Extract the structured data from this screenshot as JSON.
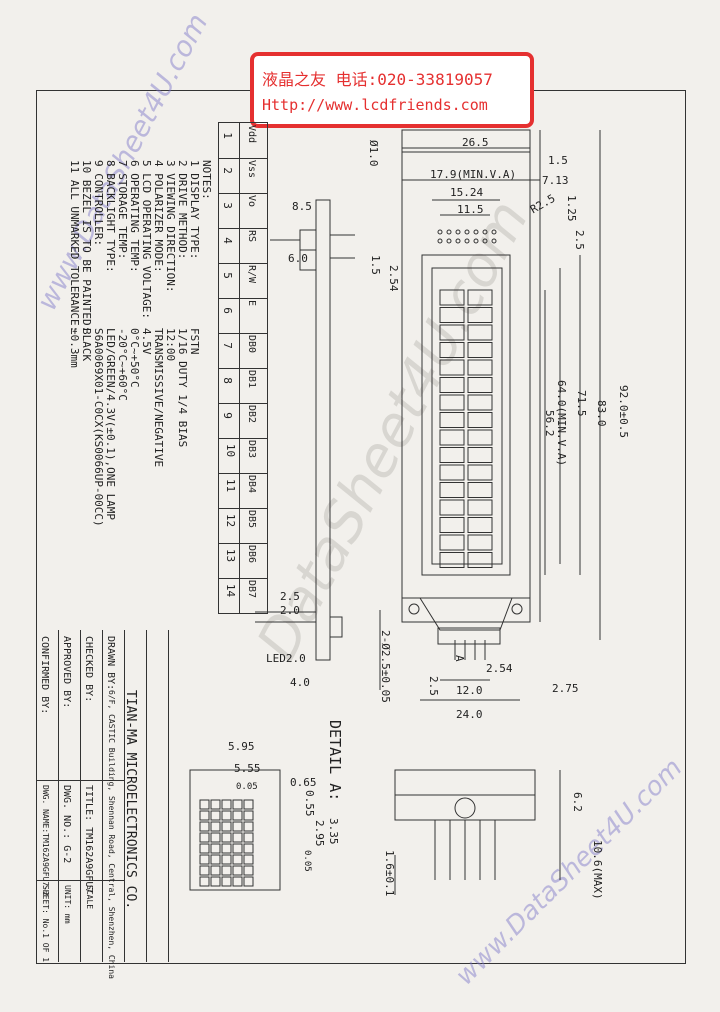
{
  "banner": {
    "line1": "液晶之友 电话:020-33819057",
    "line2": "Http://www.lcdfriends.com"
  },
  "watermarks": {
    "site": "www.DataSheet4U.com",
    "center": "DataSheet4U.com"
  },
  "notes": {
    "title": "NOTES:",
    "items": [
      {
        "label": "1 DISPLAY TYPE:",
        "value": "FSTN"
      },
      {
        "label": "2 DRIVE METHOD:",
        "value": "1/16 DUTY 1/4 BIAS"
      },
      {
        "label": "3 VIEWING DIRECTION:",
        "value": "12:00"
      },
      {
        "label": "4 POLARIZER MODE:",
        "value": "TRANSMISSIVE/NEGATIVE"
      },
      {
        "label": "5 LCD OPERATING VOLTAGE:",
        "value": "4.5V"
      },
      {
        "label": "6 OPERATING TEMP:",
        "value": "0°C~+50°C"
      },
      {
        "label": "7 STORAGE TEMP:",
        "value": "-20°C~+60°C"
      },
      {
        "label": "8 BACKLIGHT TYPE:",
        "value": "LED/GREEN/4.3V(±0.1),ONE LAMP"
      },
      {
        "label": "9 CONTROLLER:",
        "value": "S6A0069X01-C0CX(KS0066UP-00CC)"
      },
      {
        "label": "10 BEZEL IS TO BE PAINTED:",
        "value": "BLACK"
      },
      {
        "label": "11 ALL UNMARKED TOLERANCE:",
        "value": "±0.3mm"
      }
    ]
  },
  "pins": [
    {
      "num": "1",
      "sig": "Vdd"
    },
    {
      "num": "2",
      "sig": "Vss"
    },
    {
      "num": "3",
      "sig": "Vo"
    },
    {
      "num": "4",
      "sig": "RS"
    },
    {
      "num": "5",
      "sig": "R/W"
    },
    {
      "num": "6",
      "sig": "E"
    },
    {
      "num": "7",
      "sig": "DB0"
    },
    {
      "num": "8",
      "sig": "DB1"
    },
    {
      "num": "9",
      "sig": "DB2"
    },
    {
      "num": "10",
      "sig": "DB3"
    },
    {
      "num": "11",
      "sig": "DB4"
    },
    {
      "num": "12",
      "sig": "DB5"
    },
    {
      "num": "13",
      "sig": "DB6"
    },
    {
      "num": "14",
      "sig": "DB7"
    }
  ],
  "dims": {
    "d26_5": "26.5",
    "d1_5a": "1.5",
    "d17_9": "17.9(MIN.V.A)",
    "d7_13": "7.13",
    "d15_24": "15.24",
    "d11_5": "11.5",
    "d1_25": "1.25",
    "d2_5a": "2.5",
    "d1_5b": "1.5",
    "d2_54a": "2.54",
    "d8_5": "8.5",
    "d6_0": "6.0",
    "d64": "64.0(MIN.V.A)",
    "d71_5": "71.5",
    "d83": "83.0",
    "d92": "92.0±0.5",
    "d56_2": "56.2",
    "d2_5b": "2.5",
    "d2_0": "2.0",
    "d2_54b": "2.54",
    "d12": "12.0",
    "d2_75": "2.75",
    "d24": "24.0",
    "d4_0": "4.0",
    "d2_5c": "2.5",
    "hole": "2-Ø2.5±0.05",
    "led": "LED2.0",
    "phi10": "Ø1.0",
    "r": "R2.5",
    "d5_95": "5.95",
    "d5_55": "5.55",
    "d0_65": "0.65",
    "d0_05a": "0.05",
    "d0_55": "0.55",
    "d3_35": "3.35",
    "d2_95": "2.95",
    "d0_05b": "0.05",
    "d6_2": "6.2",
    "d1_6": "1.6±0.1",
    "d10_6": "10.6(MAX)",
    "detail": "DETAIL A:",
    "a": "A"
  },
  "titleblock": {
    "company": "TIAN-MA MICROELECTRONICS CO.",
    "address": "6/F, CASTIC Building, Shennan Road, Central, Shenzhen, China",
    "drawn": "DRAWN BY:",
    "checked": "CHECKED BY:",
    "approved": "APPROVED BY:",
    "confirmed": "CONFIRMED BY:",
    "title": "TITLE: TM162A9GFU7",
    "dwg_no": "DWG. NO.: G-2",
    "dwg_name": "DWG. NAME:TM162A9GFU7-2",
    "sheet": "SHEET: No.1 OF 1",
    "scale": "SCALE",
    "unit": "UNIT: mm"
  }
}
